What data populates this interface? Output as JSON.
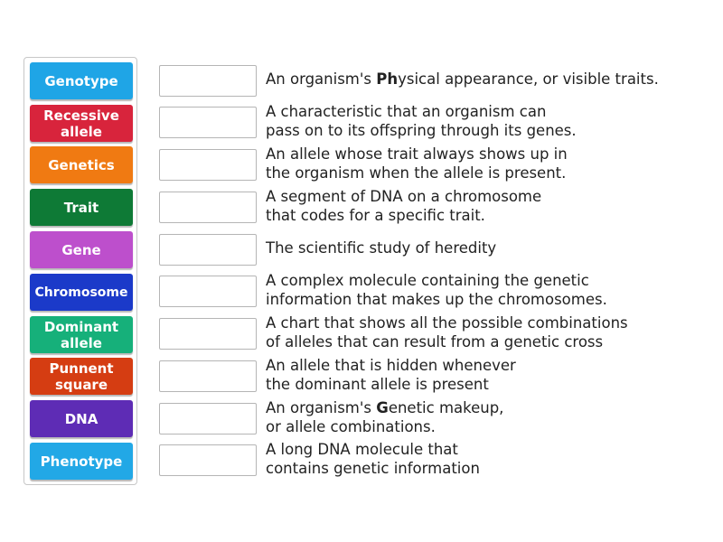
{
  "colors": {
    "genotype": "#1fa5e6",
    "recessive": "#d8243c",
    "genetics": "#f07a12",
    "trait": "#0e7a36",
    "gene": "#bd4fcc",
    "chromosome": "#1b3ac9",
    "dominant": "#16b07a",
    "punnett": "#d53d12",
    "dna": "#5e2cb5",
    "phenotype": "#22a8e6"
  },
  "tiles": [
    {
      "label": "Genotype"
    },
    {
      "label": "Recessive\nallele"
    },
    {
      "label": "Genetics"
    },
    {
      "label": "Trait"
    },
    {
      "label": "Gene"
    },
    {
      "label": "Chromosome"
    },
    {
      "label": "Dominant\nallele"
    },
    {
      "label": "Punnent\nsquare"
    },
    {
      "label": "DNA"
    },
    {
      "label": "Phenotype"
    }
  ],
  "definitions": [
    {
      "pre": "An organism's ",
      "bold": "Ph",
      "post": "ysical appearance, or visible traits."
    },
    {
      "pre": "A characteristic that an organism can\npass on to its offspring through its genes.",
      "bold": "",
      "post": ""
    },
    {
      "pre": "An allele whose trait always shows up in\nthe organism when the allele is present.",
      "bold": "",
      "post": ""
    },
    {
      "pre": "A segment of DNA on a chromosome\nthat codes for a specific trait.",
      "bold": "",
      "post": ""
    },
    {
      "pre": "The scientific study of heredity",
      "bold": "",
      "post": ""
    },
    {
      "pre": "A complex molecule containing the genetic\ninformation that makes up the chromosomes.",
      "bold": "",
      "post": ""
    },
    {
      "pre": "A chart that shows all the possible combinations\nof alleles that can result from a genetic cross",
      "bold": "",
      "post": ""
    },
    {
      "pre": "An allele that is hidden whenever\nthe dominant allele is present",
      "bold": "",
      "post": ""
    },
    {
      "pre": "An organism's ",
      "bold": "G",
      "post": "enetic makeup,\nor allele combinations."
    },
    {
      "pre": "A long DNA molecule that\ncontains genetic information",
      "bold": "",
      "post": ""
    }
  ]
}
